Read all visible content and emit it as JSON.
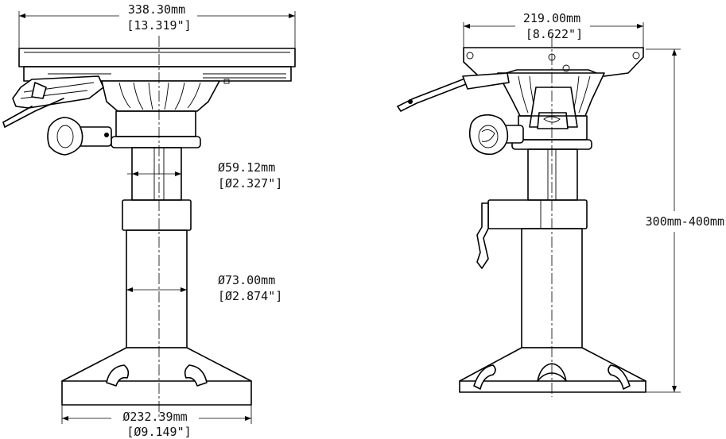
{
  "dimensions": {
    "seat_width": {
      "mm": "338.30mm",
      "in": "[13.319\"]"
    },
    "seat_depth": {
      "mm": "219.00mm",
      "in": "[8.622\"]"
    },
    "upper_tube_dia": {
      "mm": "Ø59.12mm",
      "in": "[Ø2.327\"]"
    },
    "lower_tube_dia": {
      "mm": "Ø73.00mm",
      "in": "[Ø2.874\"]"
    },
    "base_dia": {
      "mm": "Ø232.39mm",
      "in": "[Ø9.149\"]"
    },
    "height_range": "300mm-400mm"
  }
}
